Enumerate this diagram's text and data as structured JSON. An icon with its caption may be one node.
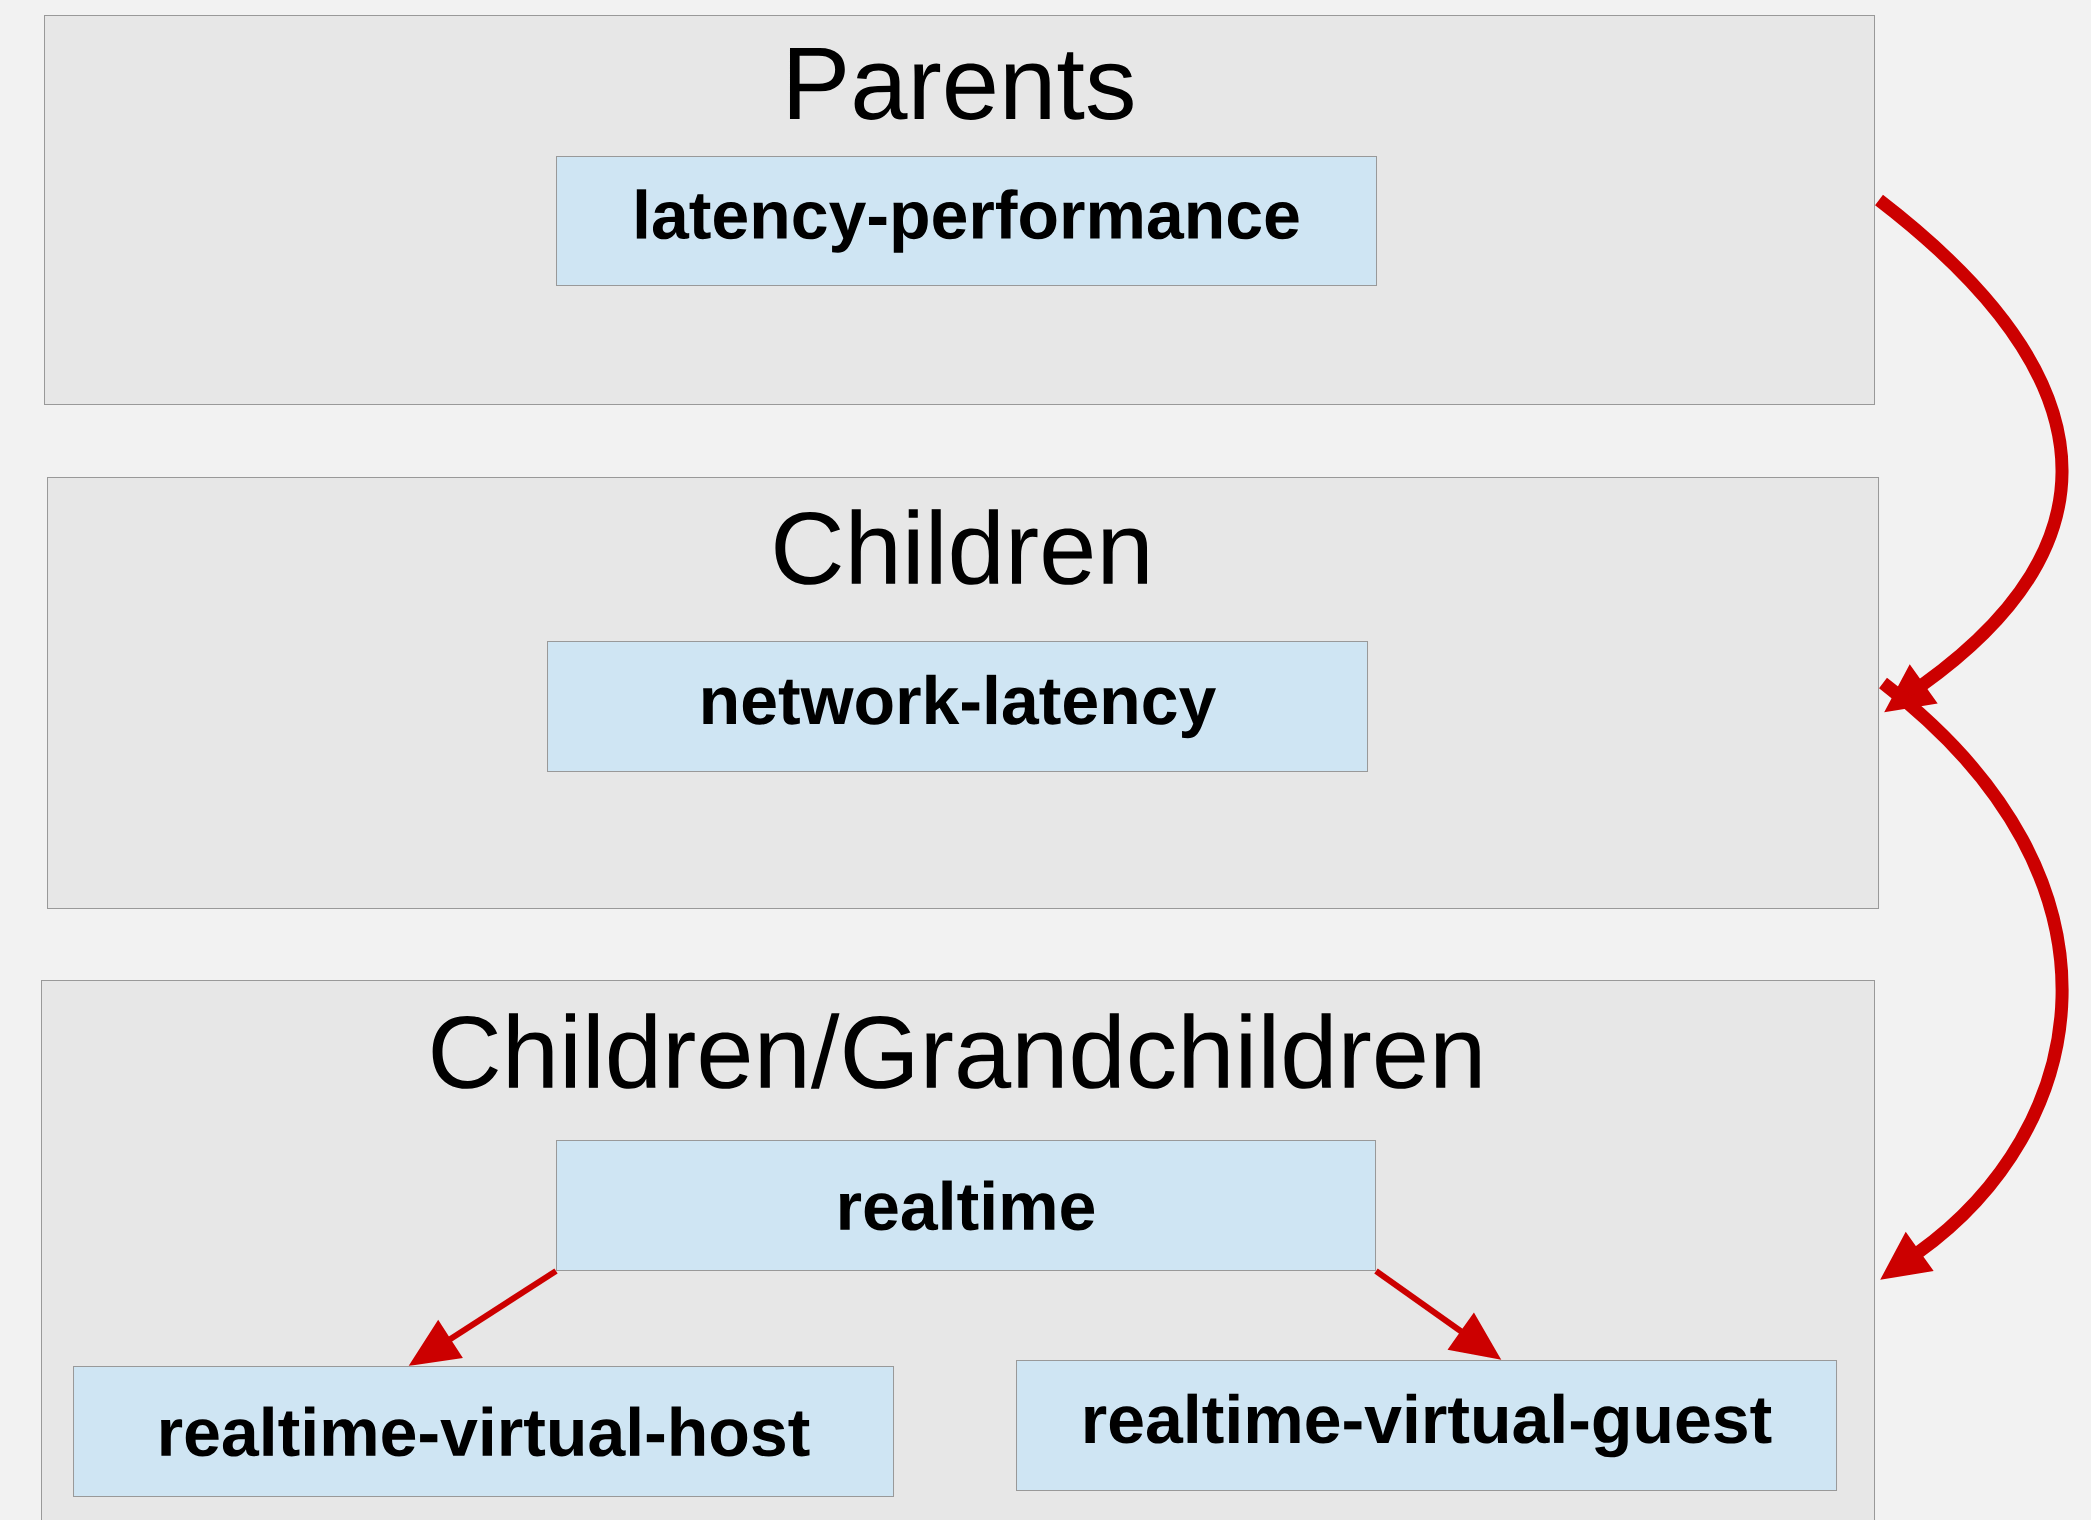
{
  "diagram": {
    "nodes": [
      {
        "text": [
          "Parents"
        ]
      },
      {
        "text": [
          "latency-performance"
        ],
        "in": 0
      },
      {
        "text": [
          "Children"
        ]
      },
      {
        "text": [
          "network-latency"
        ],
        "in": 2
      },
      {
        "text": [
          "Children/Grandchildren"
        ]
      },
      {
        "text": [
          "realtime"
        ],
        "in": 4
      },
      {
        "text": [
          "realtime-virtual-host"
        ],
        "in": 4
      },
      {
        "text": [
          "realtime-virtual-guest"
        ],
        "in": 4
      }
    ],
    "edges": [
      {
        "from": 0,
        "to": 2,
        "arrow": "to",
        "style": "thick"
      },
      {
        "from": 2,
        "to": 4,
        "arrow": "to",
        "style": "thick"
      },
      {
        "from": 5,
        "to": 6,
        "arrow": "to"
      },
      {
        "from": 5,
        "to": 7,
        "arrow": "to"
      }
    ]
  }
}
